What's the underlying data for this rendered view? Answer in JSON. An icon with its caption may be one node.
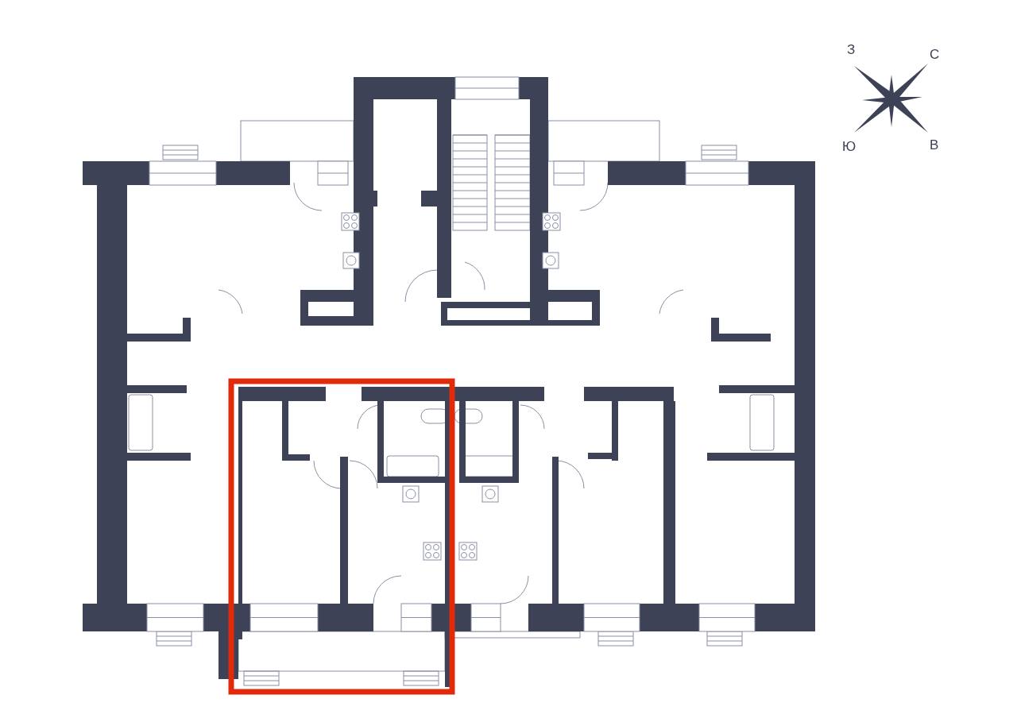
{
  "diagram": {
    "labels": [
      "З",
      "С",
      "Ю",
      "В"
    ]
  }
}
